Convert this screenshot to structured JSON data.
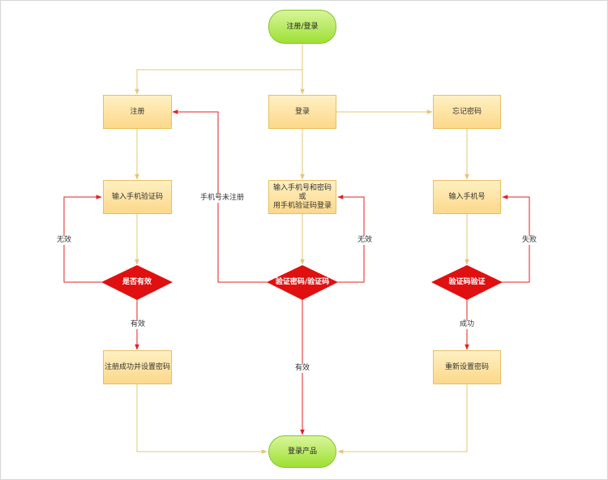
{
  "nodes": {
    "start": "注册/登录",
    "register": "注册",
    "login": "登录",
    "forgot": "忘记密码",
    "input_code": "输入手机验证码",
    "input_login": "输入手机号和密码\n或\n用手机验证码登录",
    "input_phone": "输入手机号",
    "check_valid": "是否有效",
    "check_login": "验证密码/验证码",
    "check_code": "验证码验证",
    "reg_success": "注册成功并设置密码",
    "reset_pwd": "重新设置密码",
    "end": "登录产品"
  },
  "edge_labels": {
    "invalid_left": "无效",
    "valid_left": "有效",
    "not_registered": "手机号未注册",
    "invalid_mid": "无效",
    "valid_mid": "有效",
    "fail_right": "失败",
    "success_right": "成功"
  },
  "colors": {
    "yellow_line": "#e2c77a",
    "red_line": "#e22222",
    "diamond_fill": "#e01010"
  }
}
